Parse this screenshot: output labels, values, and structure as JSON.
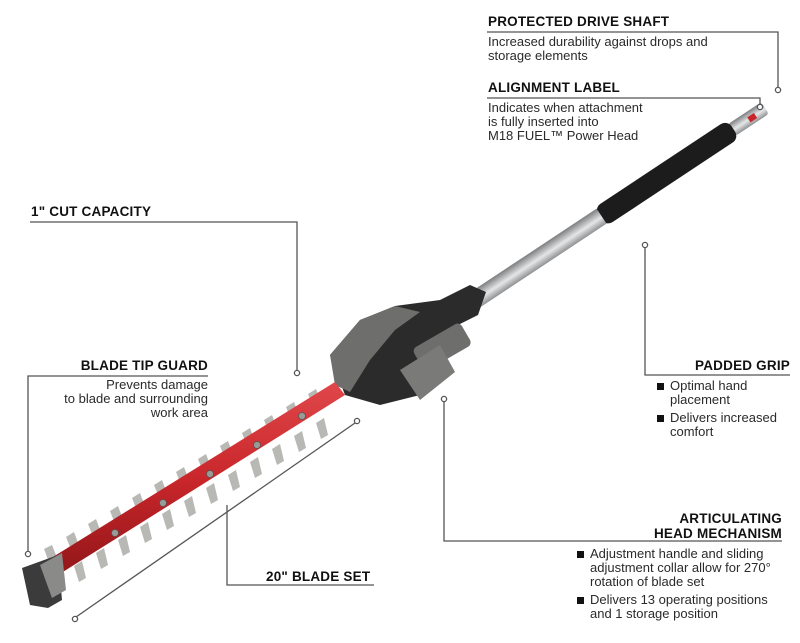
{
  "diagram": {
    "subject": "Hedge trimmer attachment",
    "colors": {
      "blade_bar": "#c8262a",
      "teeth": "#b8b8b4",
      "head_body": "#2b2b2b",
      "housing_gray": "#6e6e6c",
      "shaft": "#c9cbcc",
      "grip": "#1c1c1c",
      "leader_line": "#555555",
      "text": "#222222"
    },
    "callouts": [
      {
        "id": "protected-drive-shaft",
        "title": "PROTECTED DRIVE SHAFT",
        "description": "Increased durability against drops and storage elements"
      },
      {
        "id": "alignment-label",
        "title": "ALIGNMENT LABEL",
        "description_lines": [
          "Indicates when attachment",
          "is fully inserted into",
          "M18 FUEL™ Power Head"
        ]
      },
      {
        "id": "cut-capacity",
        "title": "1\" CUT CAPACITY"
      },
      {
        "id": "blade-tip-guard",
        "title": "BLADE TIP GUARD",
        "description_lines": [
          "Prevents damage",
          "to blade and surrounding",
          "work area"
        ]
      },
      {
        "id": "padded-grip",
        "title": "PADDED GRIP",
        "bullets": [
          "Optimal hand placement",
          "Delivers increased comfort"
        ]
      },
      {
        "id": "articulating-head",
        "title_lines": [
          "ARTICULATING",
          "HEAD MECHANISM"
        ],
        "bullets": [
          "Adjustment handle and sliding adjustment collar allow for 270° rotation of blade set",
          "Delivers 13 operating positions and 1 storage position"
        ]
      },
      {
        "id": "blade-set",
        "title": "20\" BLADE SET"
      }
    ]
  }
}
